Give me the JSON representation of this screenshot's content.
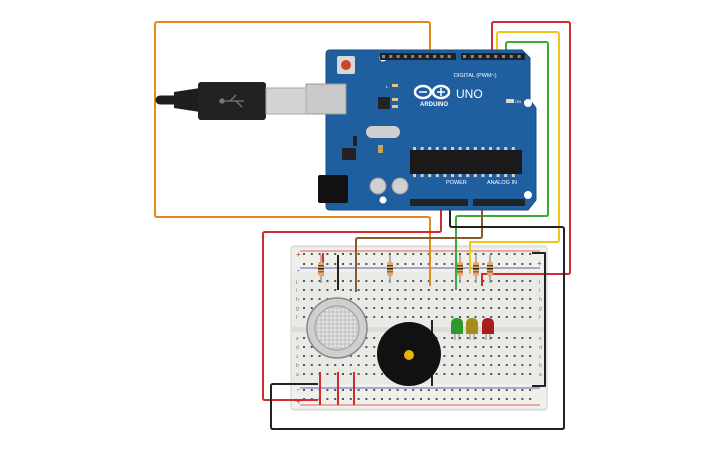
{
  "board": {
    "brand": "ARDUINO",
    "model": "UNO",
    "digital_header": "DIGITAL (PWM~)",
    "analog_header": "ANALOG IN",
    "power_header": "POWER",
    "on_label": "ON",
    "tx_label": "TX",
    "rx_label": "RX",
    "l_label": "L",
    "body_color": "#1f5fa0"
  },
  "usb_cable": {
    "color": "#1e1e1e"
  },
  "breadboard": {
    "body_color": "#e9e9e6",
    "rail_plus": "+",
    "rail_minus": "-",
    "row_letters_top": [
      "j",
      "i",
      "h",
      "g",
      "f"
    ],
    "row_letters_bottom": [
      "e",
      "d",
      "c",
      "b",
      "a"
    ]
  },
  "components": {
    "gas_sensor": {
      "color": "#cfcfcf"
    },
    "buzzer": {
      "color": "#111111",
      "pin": "#e8b400"
    },
    "leds": [
      {
        "color": "green",
        "hex": "#2e9a2e"
      },
      {
        "color": "yellow",
        "hex": "#a58d1c"
      },
      {
        "color": "red",
        "hex": "#a81c1c"
      }
    ],
    "resistor_count": 5
  },
  "wires": {
    "orange": "#e08a1e",
    "red": "#d22b2b",
    "yellow": "#f0c419",
    "green": "#3aaa35",
    "brown": "#8b5a2b",
    "black": "#222222"
  }
}
